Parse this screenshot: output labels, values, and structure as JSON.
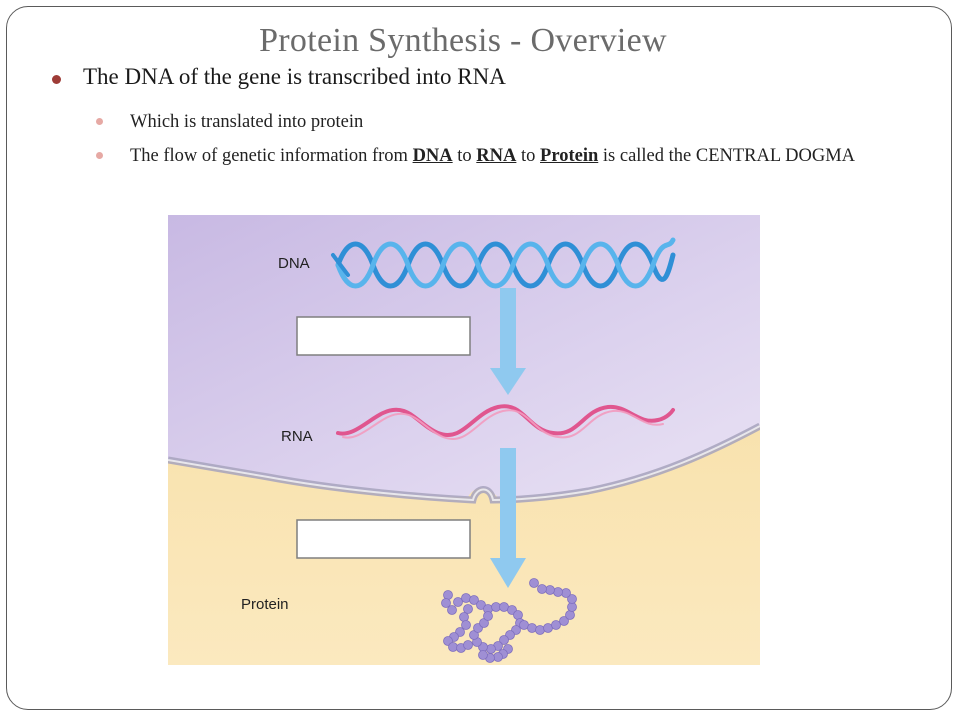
{
  "slide": {
    "title": "Protein Synthesis - Overview",
    "bullet_main": "The DNA of the gene is transcribed into RNA",
    "sub_bullet_1": "Which is translated into protein",
    "sub_bullet_2": {
      "prefix": "The flow of genetic information from ",
      "dna": "DNA",
      "to1": " to ",
      "rna": "RNA",
      "to2": " to ",
      "protein": "Protein",
      "suffix": " is called the CENTRAL DOGMA"
    }
  },
  "diagram": {
    "label_dna": "DNA",
    "label_rna": "RNA",
    "label_protein": "Protein",
    "blank_box_1": "",
    "blank_box_2": "",
    "colors": {
      "nucleus": "#cfc3e6",
      "cytoplasm": "#f7e0a6",
      "arrow": "#8fc9ef",
      "dna_strand": "#3a9fdc",
      "rna_strand": "#e0568f",
      "protein_bead": "#9f8fd4"
    },
    "icons": [
      "dna-helix-icon",
      "rna-strand-icon",
      "protein-chain-icon",
      "down-arrow-icon"
    ]
  }
}
